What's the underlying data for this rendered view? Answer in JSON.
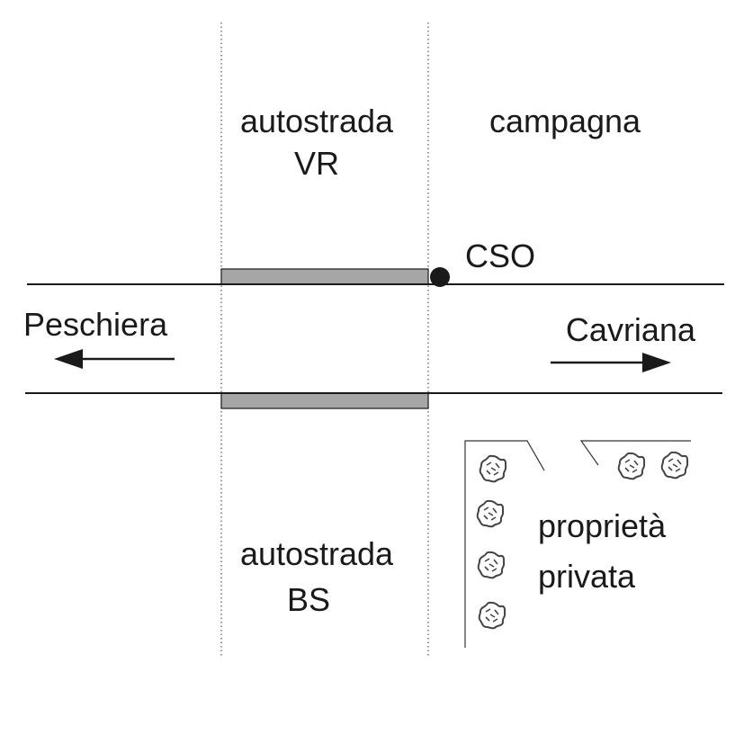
{
  "labels": {
    "highway_vr_line1": "autostrada",
    "highway_vr_line2": "VR",
    "countryside": "campagna",
    "cso": "CSO",
    "west_direction": "Peschiera",
    "east_direction": "Cavriana",
    "highway_bs_line1": "autostrada",
    "highway_bs_line2": "BS",
    "private_property_line1": "proprietà",
    "private_property_line2": "privata"
  },
  "colors": {
    "ink": "#1a1a1a",
    "bridge_fill": "#a6a6a6",
    "shrub_stroke": "#444444"
  },
  "icons": [
    "cso-point-icon",
    "arrow-left-icon",
    "arrow-right-icon",
    "shrub-icon"
  ]
}
